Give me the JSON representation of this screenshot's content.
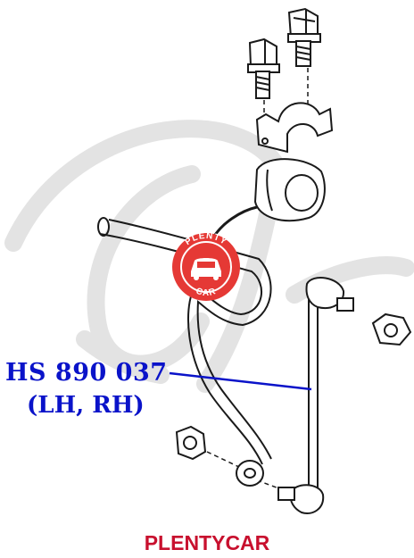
{
  "part_label": {
    "number": "HS 890 037",
    "side": "(LH, RH)"
  },
  "logo": {
    "text_top": "PLENTY",
    "text_bottom": "CAR",
    "color": "#e53935"
  },
  "footer": {
    "brand": "PLENTYCAR"
  },
  "colors": {
    "label": "#0a13c9",
    "brand": "#c8102e",
    "watermark": "#e3e3e3",
    "line_art": "#1a1a1a"
  },
  "icons": [
    "bolt-icon",
    "bushing-icon",
    "nut-icon",
    "car-icon"
  ]
}
